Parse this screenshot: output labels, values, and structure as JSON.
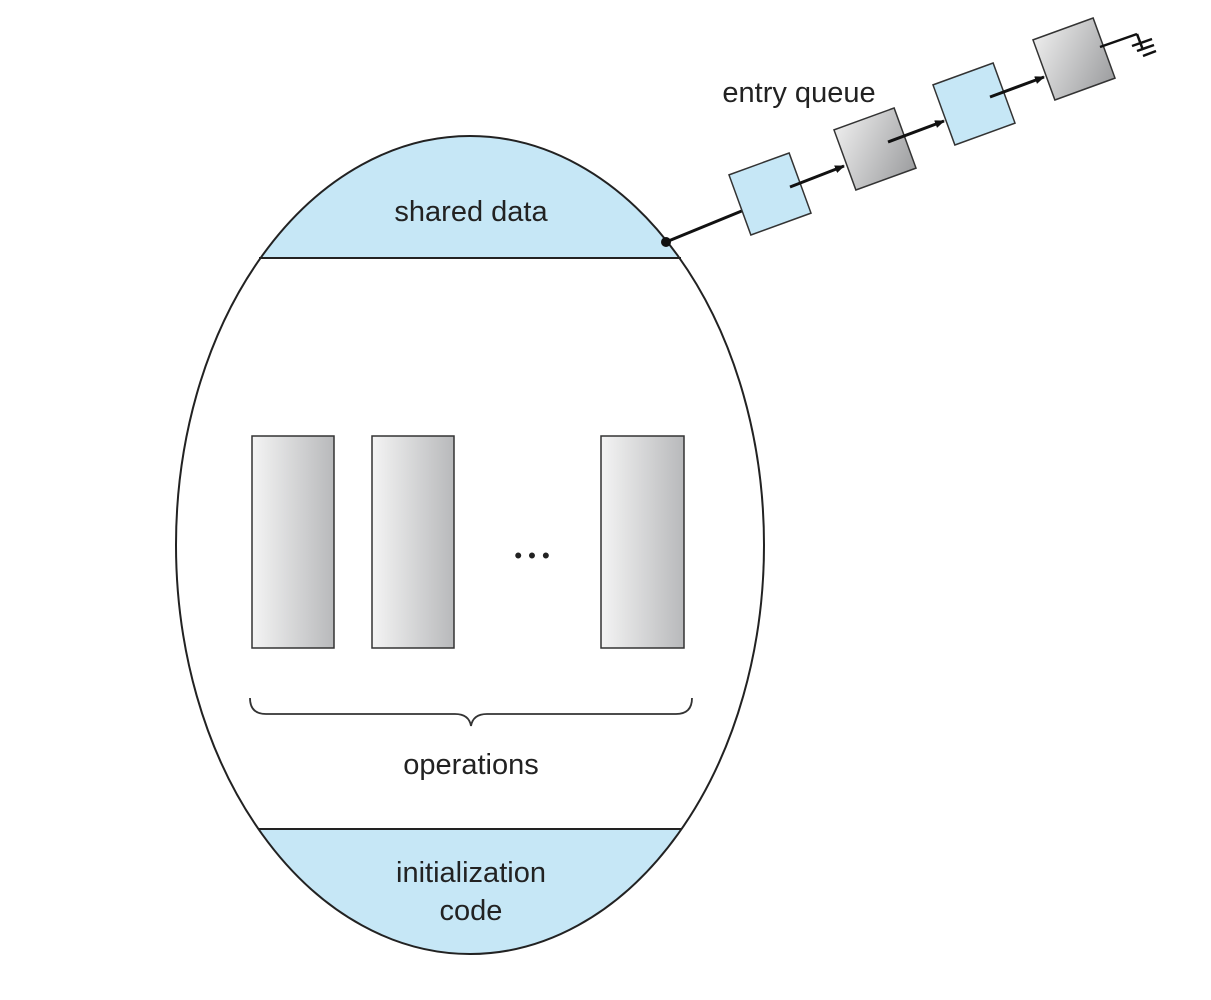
{
  "labels": {
    "shared_data": "shared data",
    "operations": "operations",
    "initialization_line1": "initialization",
    "initialization_line2": "code",
    "entry_queue": "entry queue",
    "ellipsis": "• • •"
  },
  "colors": {
    "section_fill": "#c6e7f6",
    "queue_blue": "#c6e7f6",
    "stroke": "#222222"
  }
}
